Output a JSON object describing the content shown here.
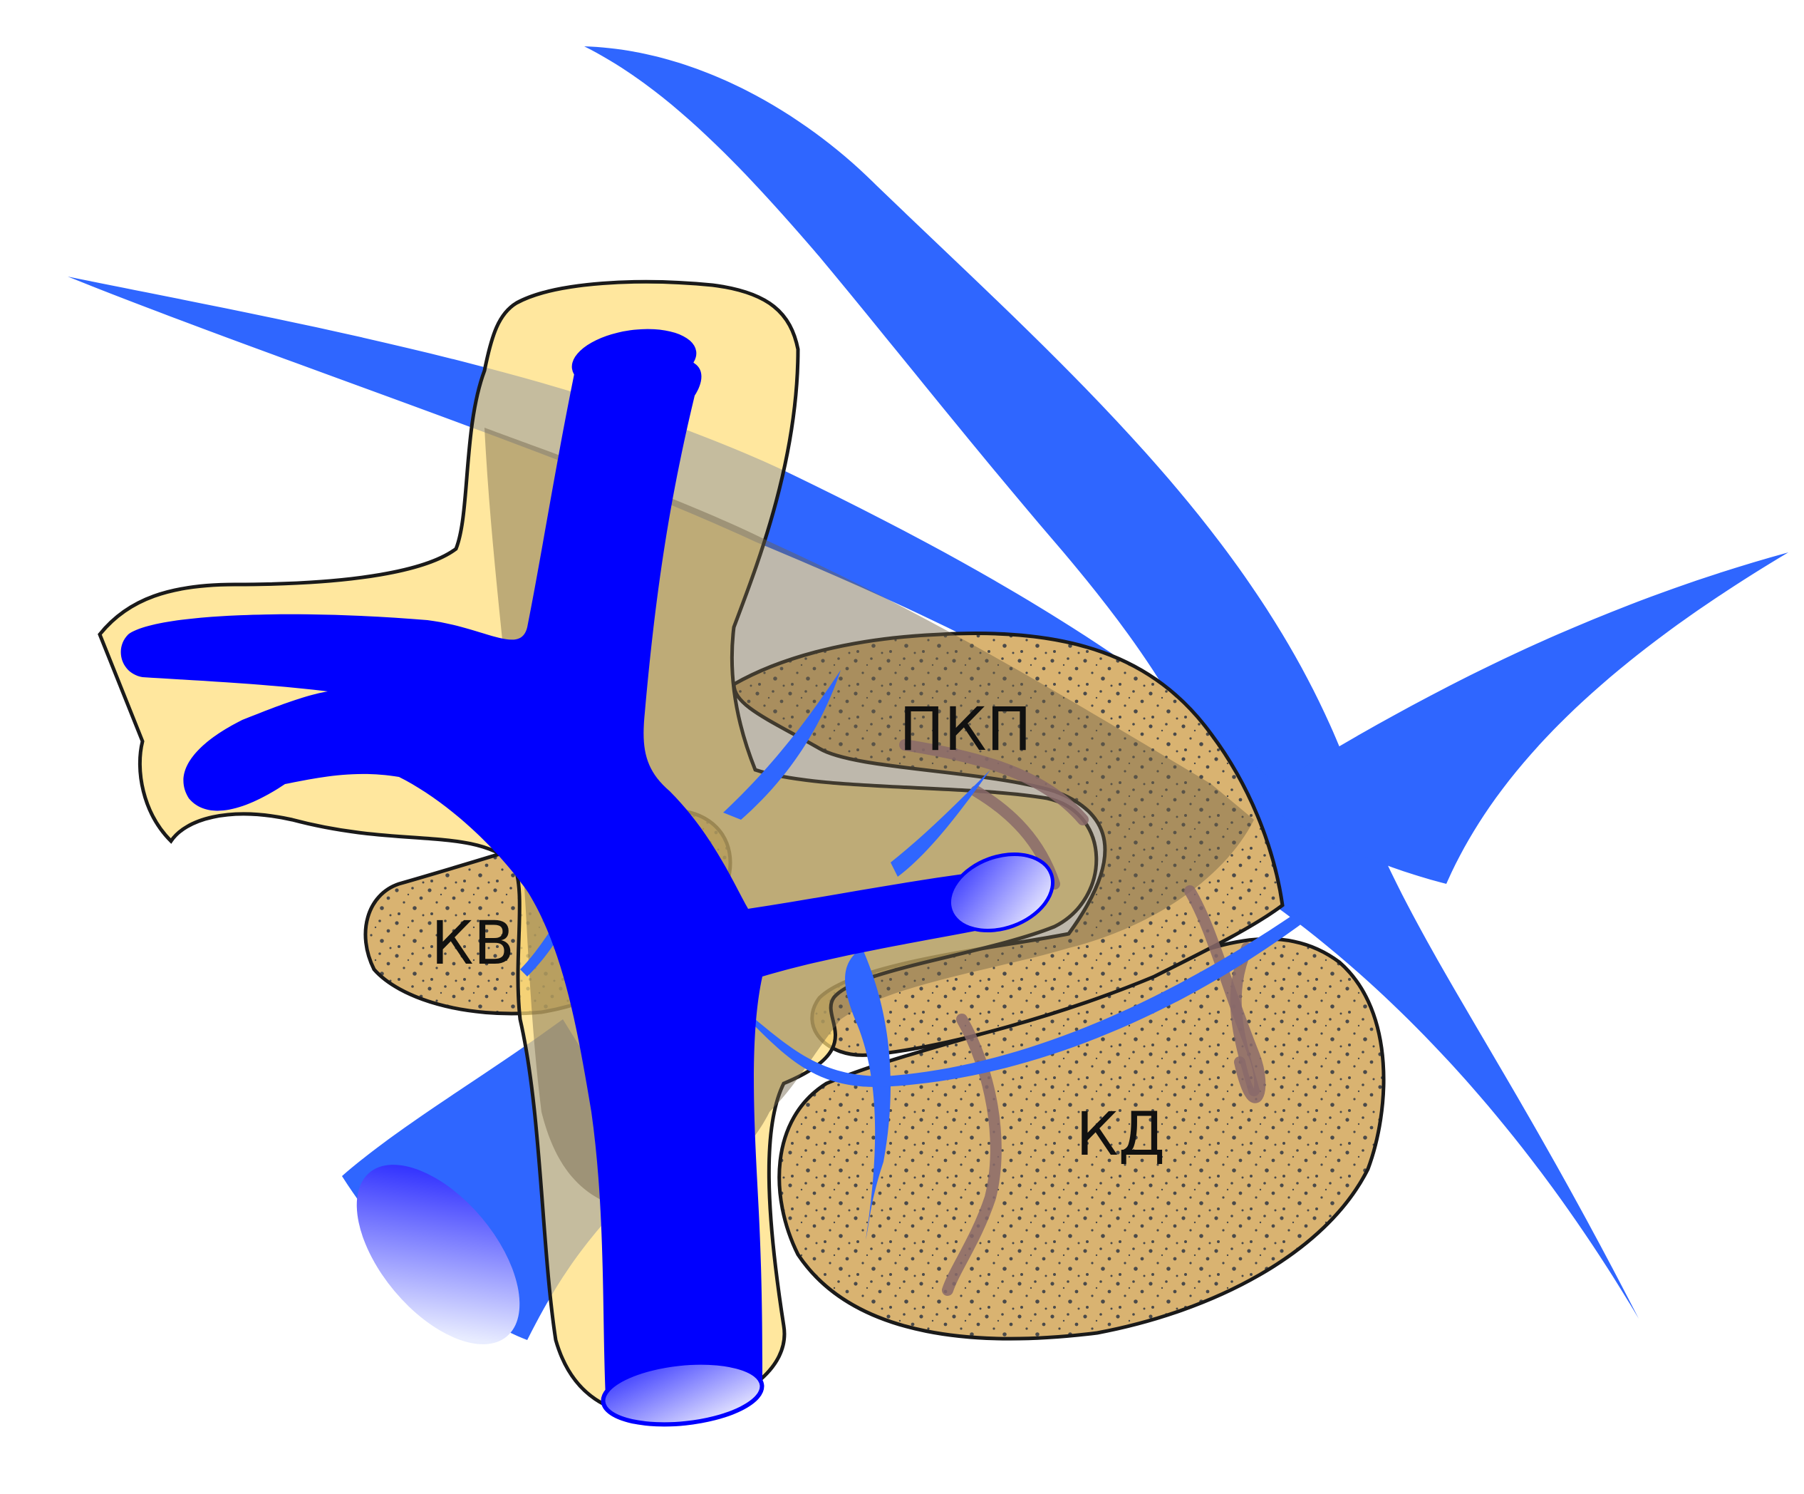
{
  "labels": {
    "kv": "КВ",
    "pkp": "ПКП",
    "kd": "КД"
  },
  "colors": {
    "background": "#ffffff",
    "light_blue_vessel": "#2f66ff",
    "deep_blue_vessel": "#0000ff",
    "yellow_sheath": "#ffde78",
    "tissue_tan": "#d9b371",
    "tissue_dots": "#444444",
    "overlap_dark": "#8c7d5a",
    "overlap_gold": "#e8bf3c",
    "outline": "#1a1a1a",
    "brown_vessels": "#8a6a6a"
  }
}
